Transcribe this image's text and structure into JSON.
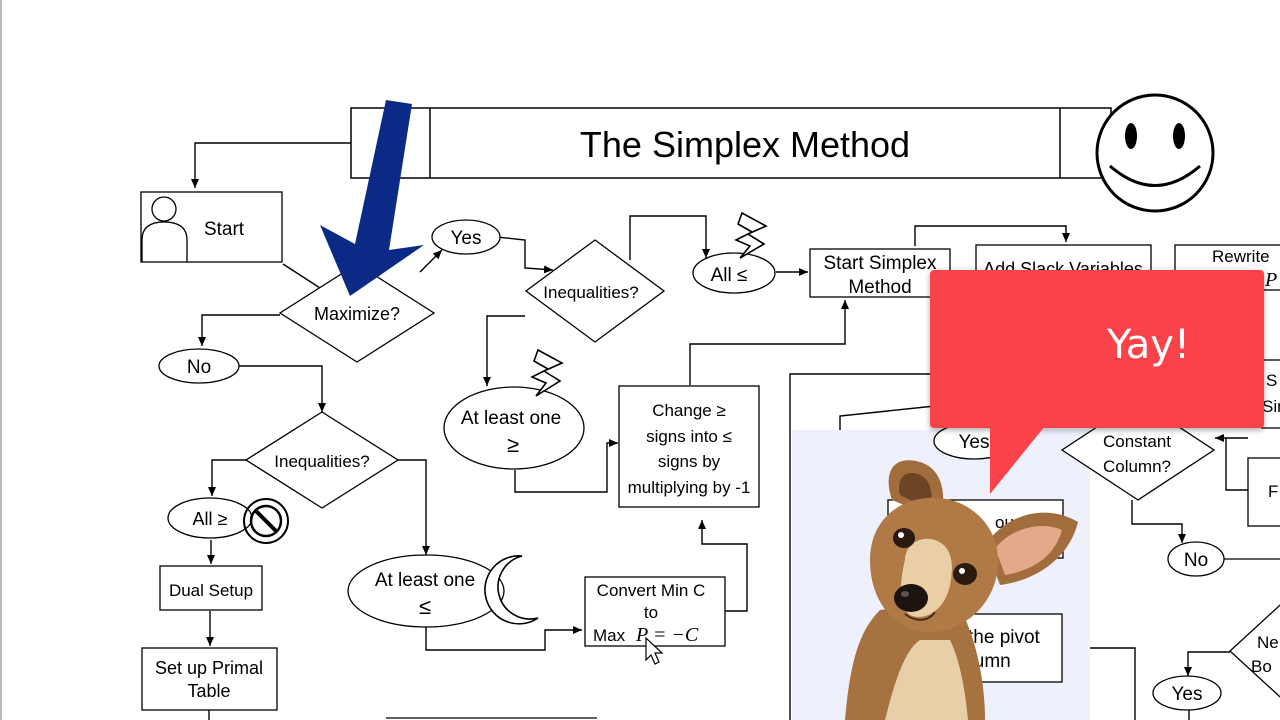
{
  "title": "The Simplex Method",
  "nodes": {
    "start": "Start",
    "maximize": "Maximize?",
    "yes_top": "Yes",
    "no_left": "No",
    "inequalities_top": "Inequalities?",
    "inequalities_left": "Inequalities?",
    "all_le": "All ≤",
    "all_ge": "All ≥",
    "at_least_one_ge": "At least one",
    "ge_symbol": "≥",
    "at_least_one_le": "At least one",
    "le_symbol": "≤",
    "start_simplex_1": "Start Simplex",
    "start_simplex_2": "Method",
    "add_slack": "Add Slack Variables",
    "rewrite": "Rewrite",
    "change_1": "Change ≥",
    "change_2": "signs into ≤",
    "change_3": "signs by",
    "change_4": "multiplying by -1",
    "convert_1": "Convert Min C",
    "convert_2": "to",
    "convert_3": "Max",
    "convert_math": "P = −C",
    "dual_setup": "Dual Setup",
    "primal_1": "Set up Primal",
    "primal_2": "Table",
    "yes_mid": "Yes",
    "constant_1": "Constant",
    "constant_2": "Column?",
    "no_right": "No",
    "yes_right": "Yes",
    "pivot_1": "the pivot",
    "pivot_2": "olumn",
    "partial_touch": "ouch",
    "partial_ne": "Ne",
    "partial_bo": "Bo",
    "partial_s": "S",
    "partial_sin": "Sin",
    "partial_f": "F",
    "partial_p": "P"
  },
  "overlay": {
    "bubble_text": "Yay!",
    "bubble_color": "#f94249",
    "arrow_color": "#0b2a86",
    "highlight_color": "#eef0fb"
  },
  "icons": [
    "person-icon",
    "lightning-icon",
    "prohibited-icon",
    "moon-icon",
    "smiley-icon",
    "blue-arrow-icon",
    "cursor-icon",
    "dog-photo"
  ]
}
